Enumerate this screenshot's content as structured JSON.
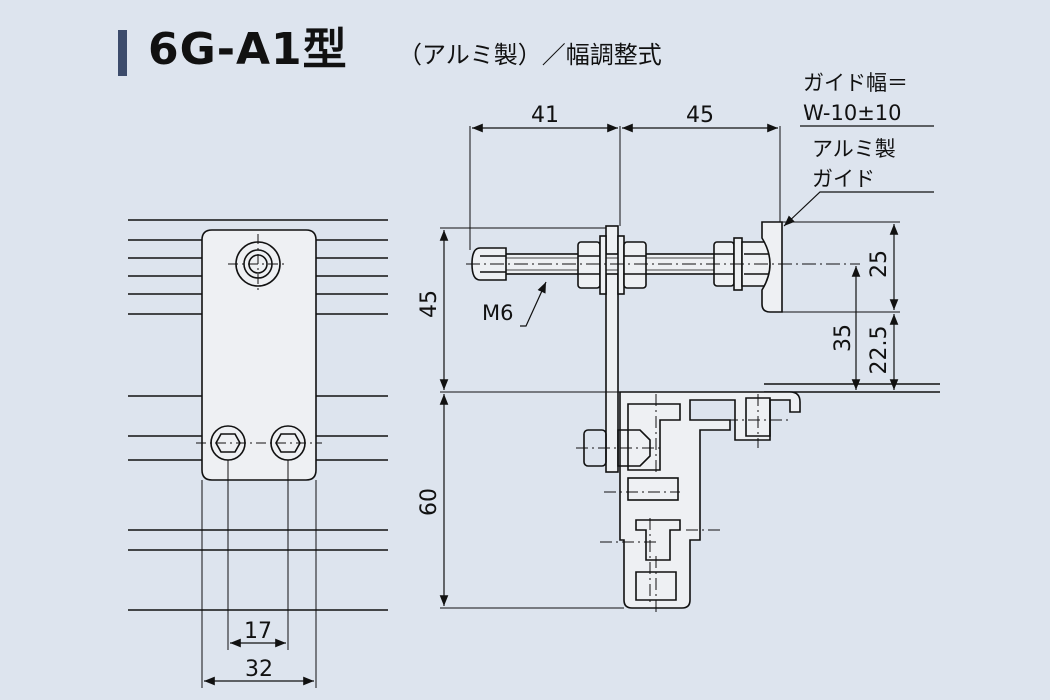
{
  "title": {
    "main": "6G-A1型",
    "sub": "（アルミ製）／幅調整式"
  },
  "dimensions": {
    "bracket_bolt_pitch": "17",
    "bracket_width": "32",
    "bolt_span": "41",
    "guide_span": "45",
    "bracket_height_upper": "45",
    "frame_height": "60",
    "guide_height": "25",
    "bolt_height": "35",
    "guide_offset": "22.5"
  },
  "labels": {
    "guide_width_line1": "ガイド幅＝",
    "guide_width_line2": "W-10±10",
    "material_line1": "アルミ製",
    "material_line2": "ガイド",
    "bolt_size": "M6"
  },
  "colors": {
    "background": "#dde4ee",
    "title_bar": "#3c4b6b",
    "line": "#111111",
    "part_fill": "#eef0f3"
  }
}
